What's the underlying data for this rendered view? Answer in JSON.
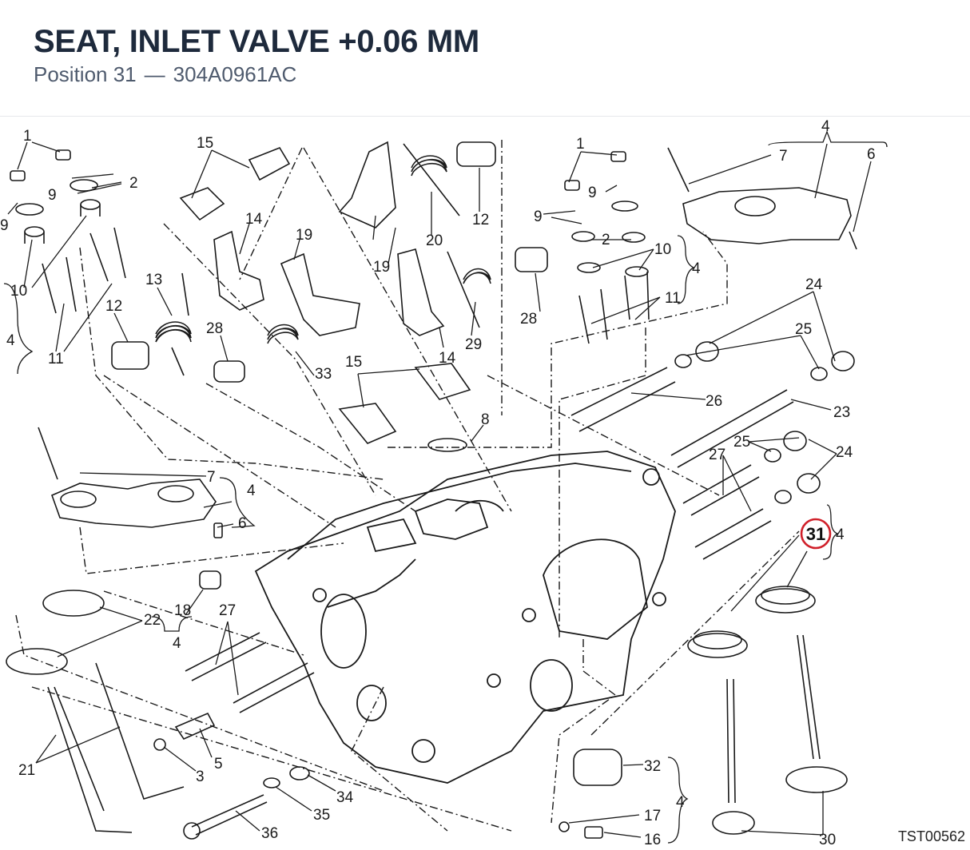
{
  "header": {
    "title": "SEAT, INLET VALVE +0.06 MM",
    "position_label": "Position 31",
    "separator": "—",
    "part_number": "304A0961AC"
  },
  "diagram": {
    "highlight_color": "#d0202a",
    "line_color": "#1a1a1a",
    "highlighted_callout": "31",
    "reference_code": "TST00562",
    "callouts": {
      "c1a": "1",
      "c1b": "1",
      "c2a": "2",
      "c2b": "2",
      "c3": "3",
      "c4a": "4",
      "c4b": "4",
      "c4c": "4",
      "c4d": "4",
      "c4e": "4",
      "c4f": "4",
      "c4g": "4",
      "c5": "5",
      "c6a": "6",
      "c6b": "6",
      "c7a": "7",
      "c7b": "7",
      "c8": "8",
      "c9a": "9",
      "c9b": "9",
      "c9c": "9",
      "c9d": "9",
      "c10a": "10",
      "c10b": "10",
      "c11a": "11",
      "c11b": "11",
      "c12a": "12",
      "c12b": "12",
      "c13": "13",
      "c14a": "14",
      "c14b": "14",
      "c15a": "15",
      "c15b": "15",
      "c16": "16",
      "c17": "17",
      "c18": "18",
      "c19a": "19",
      "c19b": "19",
      "c20": "20",
      "c21": "21",
      "c22": "22",
      "c23": "23",
      "c24a": "24",
      "c24b": "24",
      "c25a": "25",
      "c25b": "25",
      "c26": "26",
      "c27a": "27",
      "c27b": "27",
      "c28a": "28",
      "c28b": "28",
      "c29": "29",
      "c30": "30",
      "c32": "32",
      "c33": "33",
      "c34": "34",
      "c35": "35",
      "c36": "36"
    }
  }
}
